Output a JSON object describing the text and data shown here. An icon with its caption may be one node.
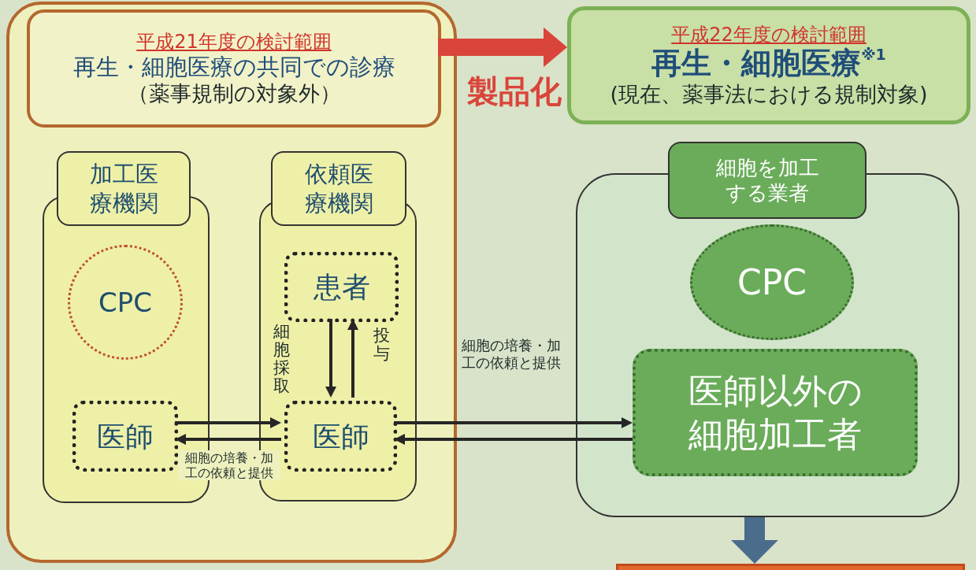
{
  "diagram": {
    "nodes": [
      {
        "text": [],
        "shape": "box"
      },
      {
        "text": [
          "平成21年度の検討範囲",
          "再生・細胞医療の共同での診療",
          "（薬事規制の対象外）"
        ],
        "in": 0
      },
      {
        "text": [
          "加工医療機関"
        ],
        "in": 0
      },
      {
        "text": [
          "CPC"
        ],
        "in": 2
      },
      {
        "text": [
          "医師"
        ],
        "in": 2
      },
      {
        "text": [
          "依頼医療機関"
        ],
        "in": 0
      },
      {
        "text": [
          "患者"
        ],
        "in": 5
      },
      {
        "text": [
          "医師"
        ],
        "in": 5
      },
      {
        "text": [
          "平成22年度の検討範囲",
          "再生・細胞医療$^{※1}$",
          "(現在、薬事法における規制対象)"
        ]
      },
      {
        "text": [
          "細胞を加工する業者"
        ]
      },
      {
        "text": [
          "CPC"
        ],
        "in": 9
      },
      {
        "text": [
          "医師以外の細胞加工者"
        ],
        "in": 9
      },
      {
        "text": [],
        "shape": "bar"
      }
    ],
    "edges": [
      {
        "from": 1,
        "to": 8,
        "arrow": "to",
        "label": "製品化",
        "style": "thick",
        "color": "#d9453a"
      },
      {
        "from": 6,
        "to": 7,
        "arrow": "to",
        "label": "細胞採取"
      },
      {
        "from": 7,
        "to": 6,
        "arrow": "to",
        "label": "投与"
      },
      {
        "from": 4,
        "to": 7,
        "arrow": "to"
      },
      {
        "from": 7,
        "to": 4,
        "arrow": "to",
        "label": "細胞の培養・加工の依頼と提供"
      },
      {
        "from": 7,
        "to": 11,
        "arrow": "to",
        "label": "細胞の培養・加工の依頼と提供"
      },
      {
        "from": 11,
        "to": 7,
        "arrow": "to"
      },
      {
        "from": 9,
        "to": 12,
        "arrow": "to",
        "style": "thick",
        "color": "#4a6d8c"
      }
    ]
  }
}
